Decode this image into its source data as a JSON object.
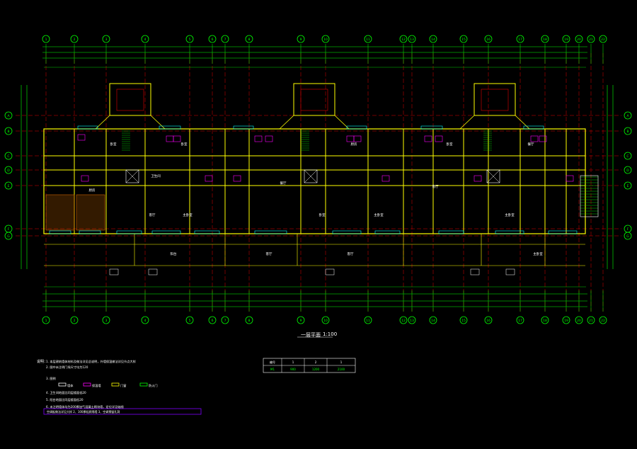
{
  "drawing": {
    "scale_label": "1:100",
    "title_label": "一层平面",
    "colors": {
      "background": "#000000",
      "axis": "#e00000",
      "grid_bubble": "#00ff00",
      "wall": "#ffff00",
      "room_text": "#ffffff",
      "window": "#00ffff",
      "furniture": "#ff00ff",
      "dim": "#00ff00",
      "note_frame": "#7f00ff"
    },
    "axis_top": [
      "1",
      "2",
      "3",
      "4",
      "5",
      "6",
      "7",
      "8",
      "9",
      "10",
      "11",
      "12",
      "13",
      "14",
      "15",
      "16",
      "17",
      "18",
      "19",
      "20",
      "21",
      "22"
    ],
    "axis_bottom": [
      "1",
      "2",
      "3",
      "4",
      "5",
      "6",
      "7",
      "8",
      "9",
      "10",
      "11",
      "12",
      "13",
      "14",
      "15",
      "16",
      "17",
      "18",
      "19",
      "20",
      "21",
      "22"
    ],
    "axis_left": [
      "A",
      "B",
      "C",
      "D",
      "E",
      "F",
      "G"
    ],
    "axis_right": [
      "A",
      "B",
      "C",
      "D",
      "E",
      "F",
      "G"
    ],
    "rooms": [
      "卧室",
      "卧室",
      "客厅",
      "主卧室",
      "厨房",
      "卫生间",
      "餐厅",
      "阳台",
      "客厅",
      "主卧室",
      "卧室",
      "厨房",
      "客厅",
      "主卧室",
      "卧室",
      "餐厅",
      "客厅",
      "主卧室"
    ],
    "notes": {
      "heading": "说明：",
      "lines": [
        "1. 本层建筑墙体材料及做法详见总说明，外墙保温做法详见节点大样",
        "2. 图中未注明门垛尺寸均为120",
        "3. 图例",
        "4. 卫生间地面比同层楼面低20",
        "5. 阳台地面比同层楼面低20",
        "6. 未注明墙体均为200厚加气混凝土砌块墙，定位详见轴线"
      ],
      "legend": [
        "墙体",
        "保温墙",
        "门窗",
        "防火门"
      ],
      "footer": "空调板做法详见大样    2、100厚轻质隔墙    3、空调预留孔洞"
    },
    "table": {
      "headers": [
        "编号",
        "1",
        "2",
        "1"
      ],
      "row": [
        "M1",
        "900",
        "1200",
        "2100"
      ]
    }
  }
}
